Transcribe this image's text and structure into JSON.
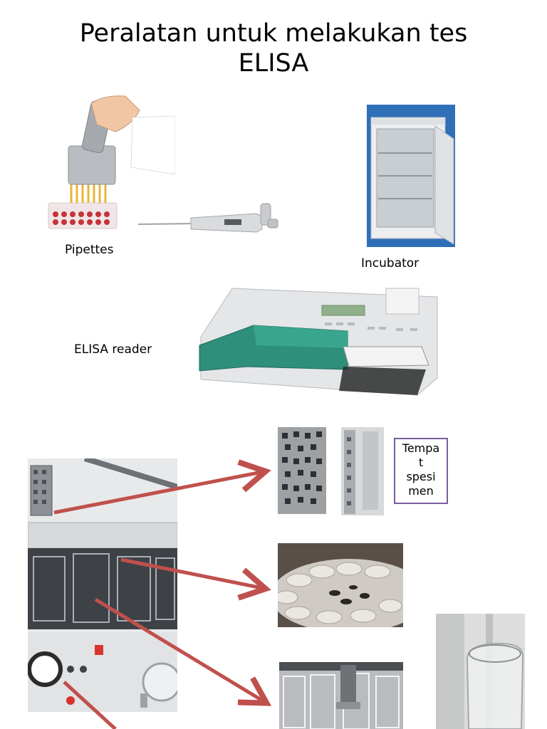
{
  "title": {
    "line1": "Peralatan untuk melakukan tes",
    "line2": "ELISA"
  },
  "labels": {
    "pipettes": "Pipettes",
    "incubator": "Incubator",
    "elisa_reader": "ELISA reader"
  },
  "specimen_box": {
    "lines": [
      "Tempa",
      "t",
      "spesi",
      "men"
    ]
  },
  "colors": {
    "arrow": "#c0504d",
    "box_border": "#7a5c9e",
    "reader_lid": "#2e8f7a"
  }
}
